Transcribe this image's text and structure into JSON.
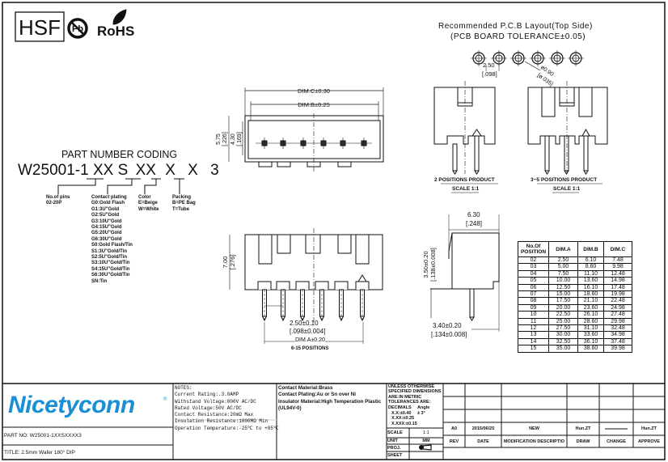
{
  "compliance": {
    "hsf": "HSF",
    "pb": "Pb",
    "rohs": "RoHS"
  },
  "part_coding": {
    "title": "PART NUMBER CODING",
    "code": [
      "W25001-1",
      "XX",
      "S",
      "XX",
      "X",
      "X",
      "3"
    ],
    "pins": {
      "label": "No.of pins",
      "range": "02-20P"
    },
    "plating": {
      "label": "Contact plating",
      "options": [
        "G0:Gold Flash",
        "G1:3U\"Gold",
        "G2:5U\"Gold",
        "G3:10U\"Gold",
        "G4:15U\"Gold",
        "G5:20U\"Gold",
        "G6:30U\"Gold",
        "S0:Gold Flash/Tin",
        "S1:3U\"Gold/Tin",
        "S2:5U\"Gold/Tin",
        "S3:10U\"Gold/Tin",
        "S4:15U\"Gold/Tin",
        "S6:30U\"Gold/Tin",
        "SN:Tin"
      ]
    },
    "color": {
      "label": "Color",
      "options": [
        "E=Beige",
        "W=White"
      ]
    },
    "packing": {
      "label": "Packing",
      "options": [
        "B=PE Bag",
        "T=Tube"
      ]
    }
  },
  "top_view": {
    "dim_c": "DIM.C±0.30",
    "dim_b": "DIM.B±0.25",
    "h1": "5.75",
    "h1_in": "[.226]",
    "h2": "4.30",
    "h2_in": "[.169]"
  },
  "pcb_layout": {
    "title": "Recommended P.C.B Layout(Top Side)",
    "subtitle": "(PCB BOARD TOLERANCE±0.05)",
    "pitch": "2.50",
    "pitch_in": "[.098]",
    "hole": "ø0.90",
    "hole_in": "[ø.035]"
  },
  "views": {
    "two_pos": {
      "label": "2 POSITIONS PRODUCT",
      "scale": "SCALE 1:1"
    },
    "three_five_pos": {
      "label": "3~5 POSITIONS PRODUCT",
      "scale": "SCALE 1:1"
    },
    "front": {
      "height": "7.00",
      "height_in": "[.276]",
      "pitch": "2.50±0.10",
      "pitch_in": "[.098±0.004]",
      "dim_a": "DIM.A±0.20",
      "label": "6-15 POSITIONS"
    },
    "side": {
      "width": "6.30",
      "width_in": "[.248]",
      "h": "3.50±0.20",
      "h_in": "[.138±0.008]",
      "tail": "3.40±0.20",
      "tail_in": "[.134±0.008]"
    }
  },
  "dim_table": {
    "headers": [
      "No.Of POSITION",
      "DIM.A",
      "DIM.B",
      "DIM.C"
    ],
    "rows": [
      [
        "02",
        "2.50",
        "6.10",
        "7.48"
      ],
      [
        "03",
        "5.00",
        "8.60",
        "9.98"
      ],
      [
        "04",
        "7.50",
        "11.10",
        "12.48"
      ],
      [
        "05",
        "10.00",
        "13.60",
        "14.98"
      ],
      [
        "06",
        "12.50",
        "16.10",
        "17.48"
      ],
      [
        "07",
        "15.00",
        "18.60",
        "19.98"
      ],
      [
        "08",
        "17.50",
        "21.10",
        "22.48"
      ],
      [
        "09",
        "20.00",
        "23.60",
        "24.98"
      ],
      [
        "10",
        "22.50",
        "26.10",
        "27.48"
      ],
      [
        "11",
        "25.00",
        "28.60",
        "29.98"
      ],
      [
        "12",
        "27.50",
        "31.10",
        "32.48"
      ],
      [
        "13",
        "30.00",
        "33.60",
        "34.98"
      ],
      [
        "14",
        "32.50",
        "36.10",
        "37.48"
      ],
      [
        "15",
        "35.00",
        "38.60",
        "39.98"
      ]
    ]
  },
  "title_block": {
    "logo": "Nicetyconn",
    "logo_color": "#1a8fd6",
    "part_no": "PART NO: W25001-1XXSXXXX3",
    "title": "TITLE: 2.5mm Wafer 180° DIP",
    "notes": [
      "NOTES:",
      "Current Rating:.3.0AMP",
      "Withstand Voltage:800V AC/DC",
      "Rated Voltage:50V AC/DC",
      "Contact Resistance:20mΩ Max",
      "Insulation Resistance:1000MΩ Min",
      "Operation Temperature:-25℃ to +85℃"
    ],
    "materials": [
      "Contact Material:Brass",
      "Contact Plating:Au or Sn over Ni",
      "Insulator Material:High Temperation Plastic",
      "(UL94V-0)"
    ],
    "tolerance": [
      "UNLESS OTHERWISE",
      "SPECIFIED DIMENSIONS",
      "ARE IN METRIC",
      "TOLERANCES ARE:"
    ],
    "decimals": [
      "DECIMALS",
      "X.X:±0.40",
      "X.XX:±0.25",
      "X.XXX:±0.15"
    ],
    "angle": [
      "Angle",
      "± 3°"
    ],
    "scale_label": "SCALE",
    "scale": "1:1",
    "unit_label": "UNIT",
    "unit": "MM",
    "proj_label": "PROJ.",
    "sheet_label": "SHEET",
    "revision": {
      "rev": "A0",
      "date": "2015/06/25",
      "desc": "NEW",
      "draw": "Hun.ZT",
      "change": "",
      "approve": "Hun.ZT"
    },
    "headers": [
      "REV",
      "DATE",
      "MODIFICATION DESCRIPTIO",
      "DRAW",
      "CHANGE",
      "APPROVE"
    ]
  }
}
